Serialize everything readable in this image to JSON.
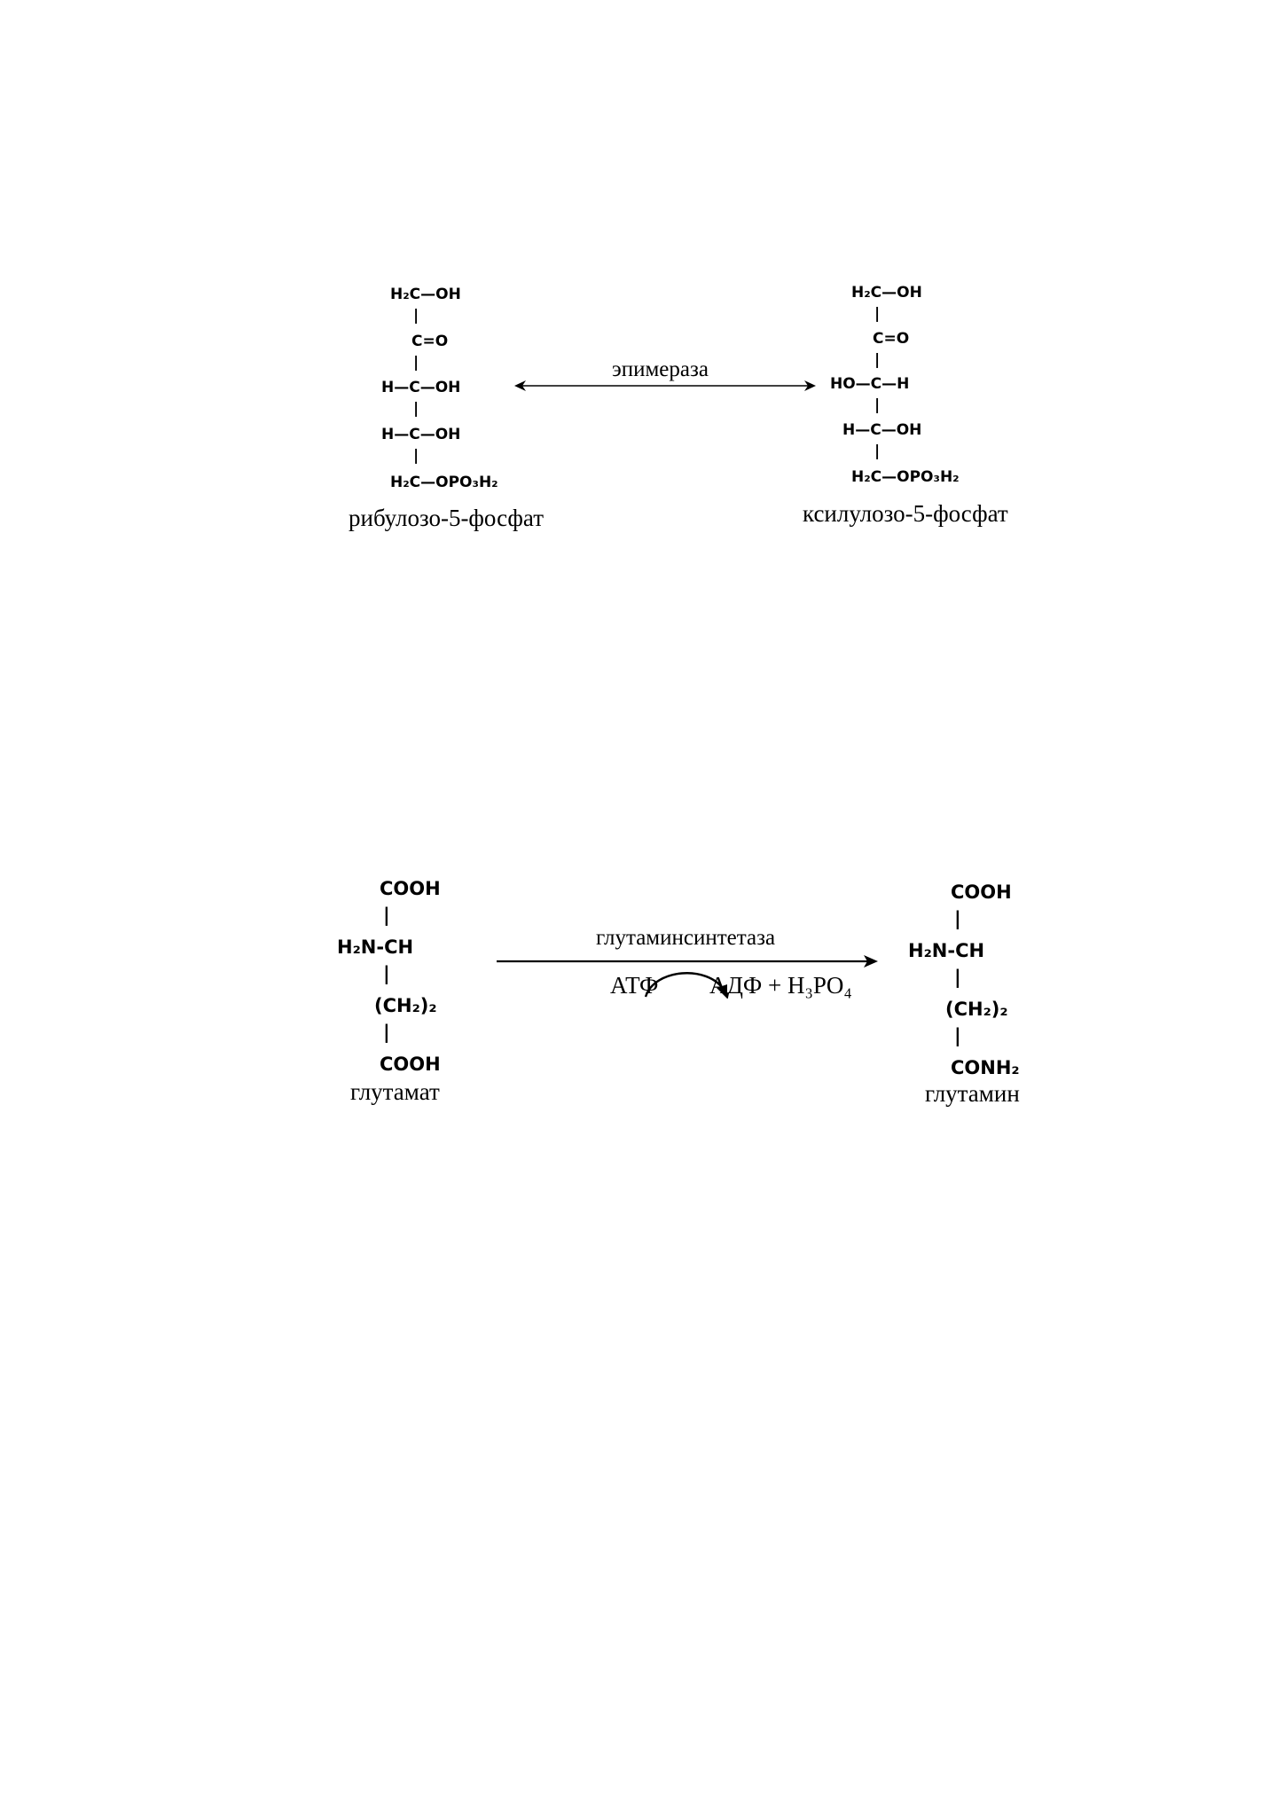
{
  "reaction_1": {
    "substrate": {
      "lines": [
        "H₂C—OH",
        "|",
        "C=O",
        "|",
        "H—C—OH",
        "|",
        "H—C—OH",
        "|",
        "H₂C—OPO₃H₂"
      ],
      "name": "рибулозо-5-фосфат"
    },
    "enzyme": "эпимераза",
    "product": {
      "lines": [
        "H₂C—OH",
        "|",
        "C=O",
        "|",
        "HO—C—H",
        "|",
        "H—C—OH",
        "|",
        "H₂C—OPO₃H₂"
      ],
      "name": "ксилулозо-5-фосфат"
    }
  },
  "reaction_2": {
    "substrate": {
      "lines": [
        "COOH",
        "|",
        "H₂N-CH",
        "|",
        "(CH₂)₂",
        "|",
        "COOH"
      ],
      "name": "глутамат"
    },
    "enzyme": "глутаминсинтетаза",
    "cofactor_in": "АТФ",
    "cofactor_out": "АДФ + H₃PO₄",
    "product": {
      "lines": [
        "COOH",
        "|",
        "H₂N-CH",
        "|",
        "(CH₂)₂",
        "|",
        "CONH₂"
      ],
      "name": "глутамин"
    }
  }
}
